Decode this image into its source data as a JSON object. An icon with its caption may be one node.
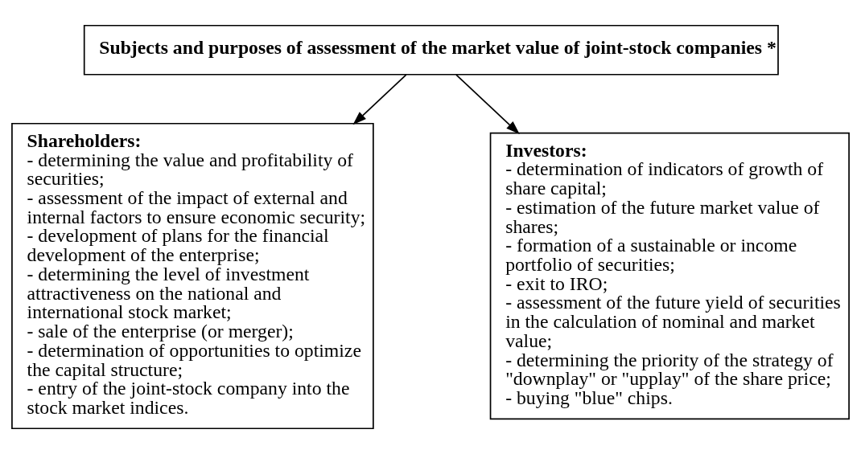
{
  "diagram": {
    "nodes": [
      {
        "text": [
          "Subjects and purposes of assessment of the market value of joint-stock companies *"
        ]
      },
      {
        "text": [
          "Shareholders:",
          "- determining the value and profitability of securities;",
          "- assessment of the impact of external and internal factors to ensure economic security;",
          "- development of plans for the financial development of the enterprise;",
          "- determining the level of investment attractiveness on the national and international stock market;",
          "- sale of the enterprise (or merger);",
          "- determination of opportunities to optimize the capital structure;",
          "- entry of the joint-stock company into the stock market indices."
        ]
      },
      {
        "text": [
          "Investors:",
          "- determination of indicators of growth of share capital;",
          "- estimation of the future market value of shares;",
          "- formation of a sustainable or income portfolio of securities;",
          "- exit to IRO;",
          "- assessment of the future yield of securities in the calculation of nominal and market value;",
          "- determining the priority of the strategy of \"downplay\" or \"upplay\" of the share price;",
          "- buying \"blue\" chips."
        ]
      }
    ],
    "edges": [
      {
        "from": 0,
        "to": 1,
        "arrow": "to"
      },
      {
        "from": 0,
        "to": 2,
        "arrow": "to"
      }
    ]
  }
}
